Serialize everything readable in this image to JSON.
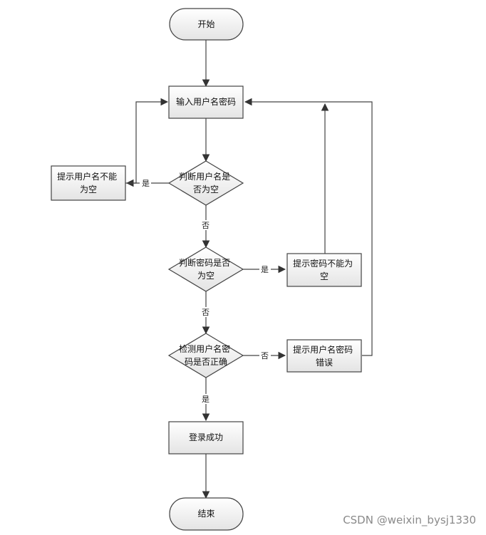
{
  "nodes": {
    "start": "开始",
    "input_credentials": [
      "输入用户名密码"
    ],
    "check_username_empty": [
      "判断用户名是",
      "否为空"
    ],
    "prompt_username_empty": [
      "提示用户名不能",
      "为空"
    ],
    "check_password_empty": [
      "判断密码是否",
      "为空"
    ],
    "prompt_password_empty": [
      "提示密码不能为",
      "空"
    ],
    "verify_credentials": [
      "检测用户名密",
      "码是否正确"
    ],
    "prompt_credentials_wrong": [
      "提示用户名密码",
      "错误"
    ],
    "login_success": [
      "登录成功"
    ],
    "end": "结束"
  },
  "edge_labels": {
    "username_empty_yes": "是",
    "username_empty_no": "否",
    "password_empty_yes": "是",
    "password_empty_no": "否",
    "credentials_wrong": "否",
    "credentials_ok": "是"
  },
  "watermark": "CSDN @weixin_bysj1330",
  "colors": {
    "box_fill_top": "#ffffff",
    "box_fill_bottom": "#e6e6e6",
    "stroke": "#444444"
  }
}
